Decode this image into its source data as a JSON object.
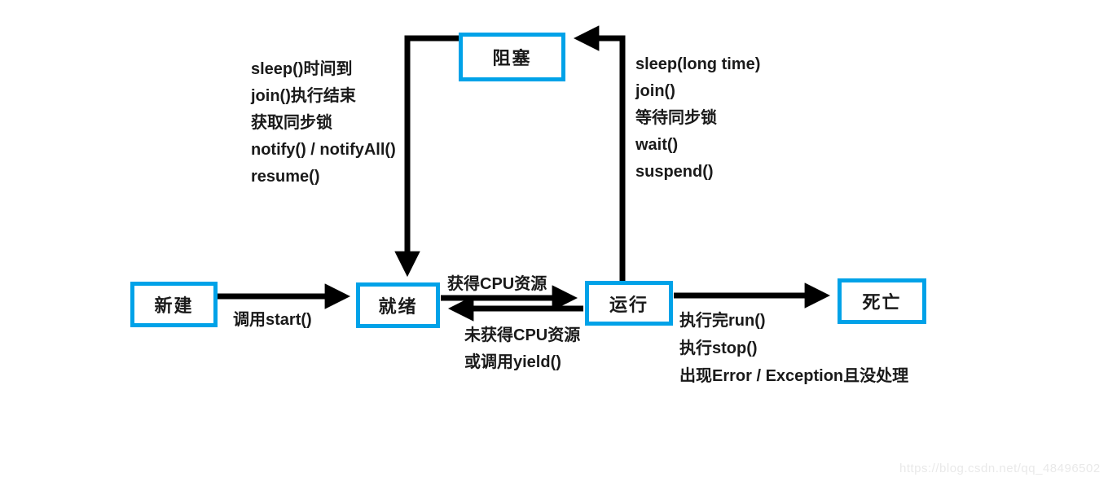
{
  "states": {
    "blocked": {
      "label": "阻塞"
    },
    "new": {
      "label": "新建"
    },
    "ready": {
      "label": "就绪"
    },
    "running": {
      "label": "运行"
    },
    "dead": {
      "label": "死亡"
    }
  },
  "edge_labels": {
    "blocked_to_ready": {
      "lines": [
        "sleep()时间到",
        "join()执行结束",
        "获取同步锁",
        "notify() / notifyAll()",
        "resume()"
      ]
    },
    "running_to_blocked": {
      "lines": [
        "sleep(long time)",
        "join()",
        "等待同步锁",
        "wait()",
        "suspend()"
      ]
    },
    "new_to_ready": "调用start()",
    "ready_to_running": "获得CPU资源",
    "running_to_ready": {
      "lines": [
        "未获得CPU资源",
        "或调用yield()"
      ]
    },
    "running_to_dead": {
      "lines": [
        "执行完run()",
        "执行stop()",
        "出现Error / Exception且没处理"
      ]
    }
  },
  "colors": {
    "state_border": "#00A2E8",
    "arrow": "#000000",
    "watermark_text": "#E9E9E9"
  },
  "watermark": "https://blog.csdn.net/qq_48496502"
}
